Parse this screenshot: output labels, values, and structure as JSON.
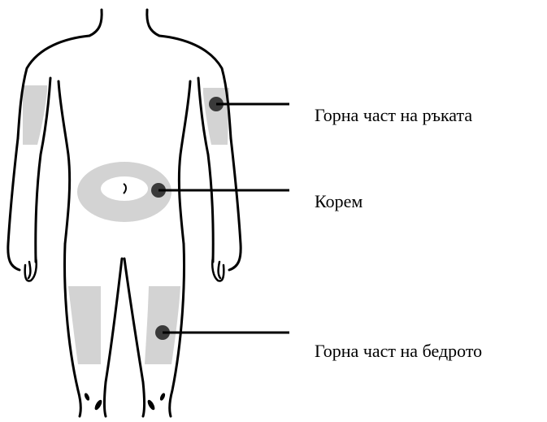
{
  "colors": {
    "outline": "#000000",
    "zone_fill": "#d3d3d3",
    "marker": "#3a3a3a",
    "background": "#ffffff"
  },
  "labels": {
    "upper_arm": "Горна част на ръката",
    "abdomen": "Корем",
    "upper_thigh": "Горна част на бедрото"
  }
}
